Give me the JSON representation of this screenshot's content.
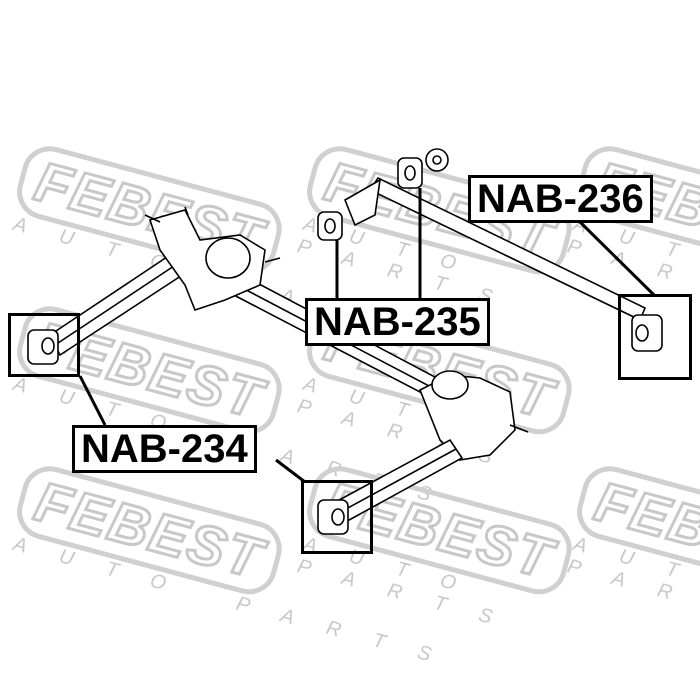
{
  "watermark": {
    "brand": "FEBEST",
    "tagline": "AUTO PARTS"
  },
  "labels": {
    "nab236": "NAB-236",
    "nab235": "NAB-235",
    "nab234": "NAB-234"
  }
}
